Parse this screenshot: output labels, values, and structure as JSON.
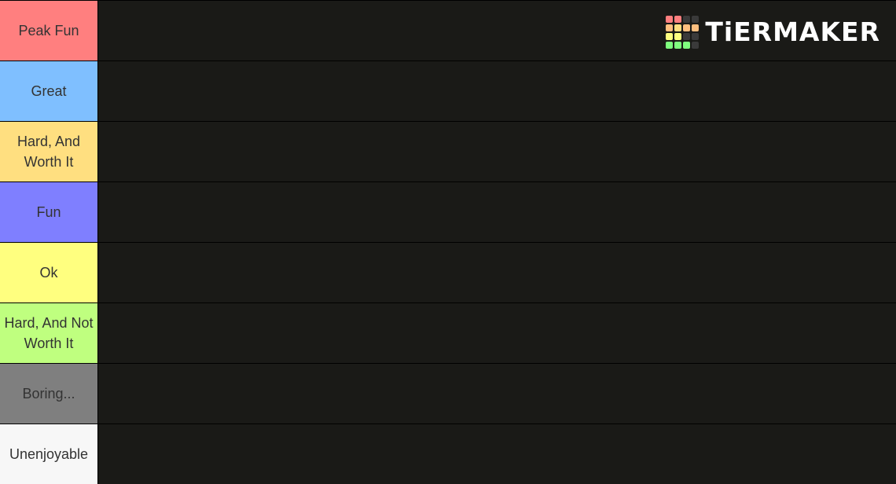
{
  "tiers": [
    {
      "label": "Peak Fun",
      "color": "#ff7f7f"
    },
    {
      "label": "Great",
      "color": "#7fbfff"
    },
    {
      "label": "Hard, And Worth It",
      "color": "#ffdf80"
    },
    {
      "label": "Fun",
      "color": "#7f7fff"
    },
    {
      "label": "Ok",
      "color": "#ffff7f"
    },
    {
      "label": "Hard, And Not Worth It",
      "color": "#bfff7f"
    },
    {
      "label": "Boring...",
      "color": "#7f7f7f"
    },
    {
      "label": "Unenjoyable",
      "color": "#f7f7f7"
    }
  ],
  "logo": {
    "text": "TiERMAKER",
    "icon": "tiermaker-grid-icon",
    "grid_colors": [
      "#ff7f7f",
      "#ff7f7f",
      "#3a3a3a",
      "#3a3a3a",
      "#ffbf7f",
      "#ffdf80",
      "#ffbf7f",
      "#ffbf7f",
      "#ffff7f",
      "#ffff7f",
      "#3a3a3a",
      "#3a3a3a",
      "#7fff7f",
      "#7fff7f",
      "#7fff7f",
      "#3a3a3a"
    ]
  },
  "colors": {
    "row_background": "#1a1a17",
    "separator": "#000000",
    "label_text": "#333333"
  }
}
